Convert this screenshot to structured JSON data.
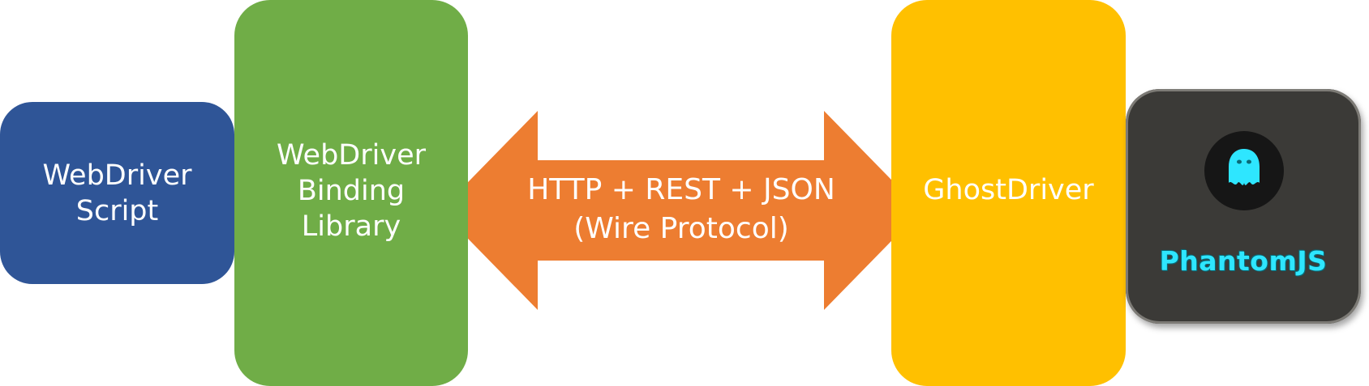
{
  "diagram": {
    "nodes": {
      "script": {
        "label": "WebDriver\nScript",
        "color": "#2f5597"
      },
      "binding": {
        "label": "WebDriver\nBinding\nLibrary",
        "color": "#70ad47"
      },
      "ghostdriver": {
        "label": "GhostDriver",
        "color": "#ffc000"
      },
      "phantomjs": {
        "label": "PhantomJS",
        "icon": "ghost-icon",
        "color": "#2ee6ff"
      }
    },
    "connector": {
      "type": "double-headed-arrow",
      "line1": "HTTP + REST + JSON",
      "line2": "(Wire Protocol)",
      "color": "#ed7d31"
    }
  }
}
